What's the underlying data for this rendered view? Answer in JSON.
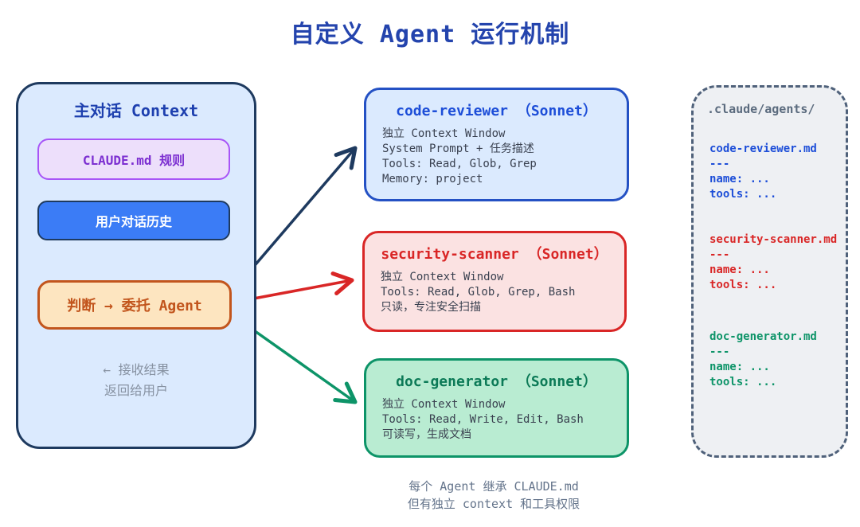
{
  "title": "自定义 Agent 运行机制",
  "colors": {
    "title_blue": "#2444ad",
    "panel_navy_border": "#1e3a5f",
    "panel_blue_fill": "#dbeafe",
    "purple_fill": "#eddffb",
    "purple_border": "#a855f7",
    "purple_text": "#7c2fd1",
    "history_blue_fill": "#3b7cf6",
    "orange_fill": "#fde5c0",
    "orange_border": "#c2551d",
    "agent_blue": "#1d4ed8",
    "agent_red": "#d92626",
    "agent_green": "#0d9468",
    "red_fill": "#fbe2e2",
    "green_fill": "#b9ecd2",
    "files_fill": "#eef0f3",
    "files_border": "#4f617a",
    "muted_gray": "#64748b"
  },
  "main_context": {
    "heading": "主对话 Context",
    "claude_md_label": "CLAUDE.md 规则",
    "history_label": "用户对话历史",
    "delegate_label": "判断 → 委托 Agent",
    "result_line1": "← 接收结果",
    "result_line2": "返回给用户"
  },
  "agents": [
    {
      "title": "code-reviewer （Sonnet）",
      "lines": [
        "独立 Context Window",
        "System Prompt + 任务描述",
        "Tools: Read, Glob, Grep",
        "Memory: project"
      ]
    },
    {
      "title": "security-scanner （Sonnet）",
      "lines": [
        "独立 Context Window",
        "Tools: Read, Glob, Grep, Bash",
        "只读，专注安全扫描"
      ]
    },
    {
      "title": "doc-generator （Sonnet）",
      "lines": [
        "独立 Context Window",
        "Tools: Read, Write, Edit, Bash",
        "可读写，生成文档"
      ]
    }
  ],
  "files_panel": {
    "heading": ".claude/agents/",
    "files": [
      {
        "name": "code-reviewer.md",
        "separator": "---",
        "field1": "name: ...",
        "field2": "tools: ..."
      },
      {
        "name": "security-scanner.md",
        "separator": "---",
        "field1": "name: ...",
        "field2": "tools: ..."
      },
      {
        "name": "doc-generator.md",
        "separator": "---",
        "field1": "name: ...",
        "field2": "tools: ..."
      }
    ]
  },
  "caption": {
    "line1": "每个 Agent 继承 CLAUDE.md",
    "line2": "但有独立 context 和工具权限"
  }
}
